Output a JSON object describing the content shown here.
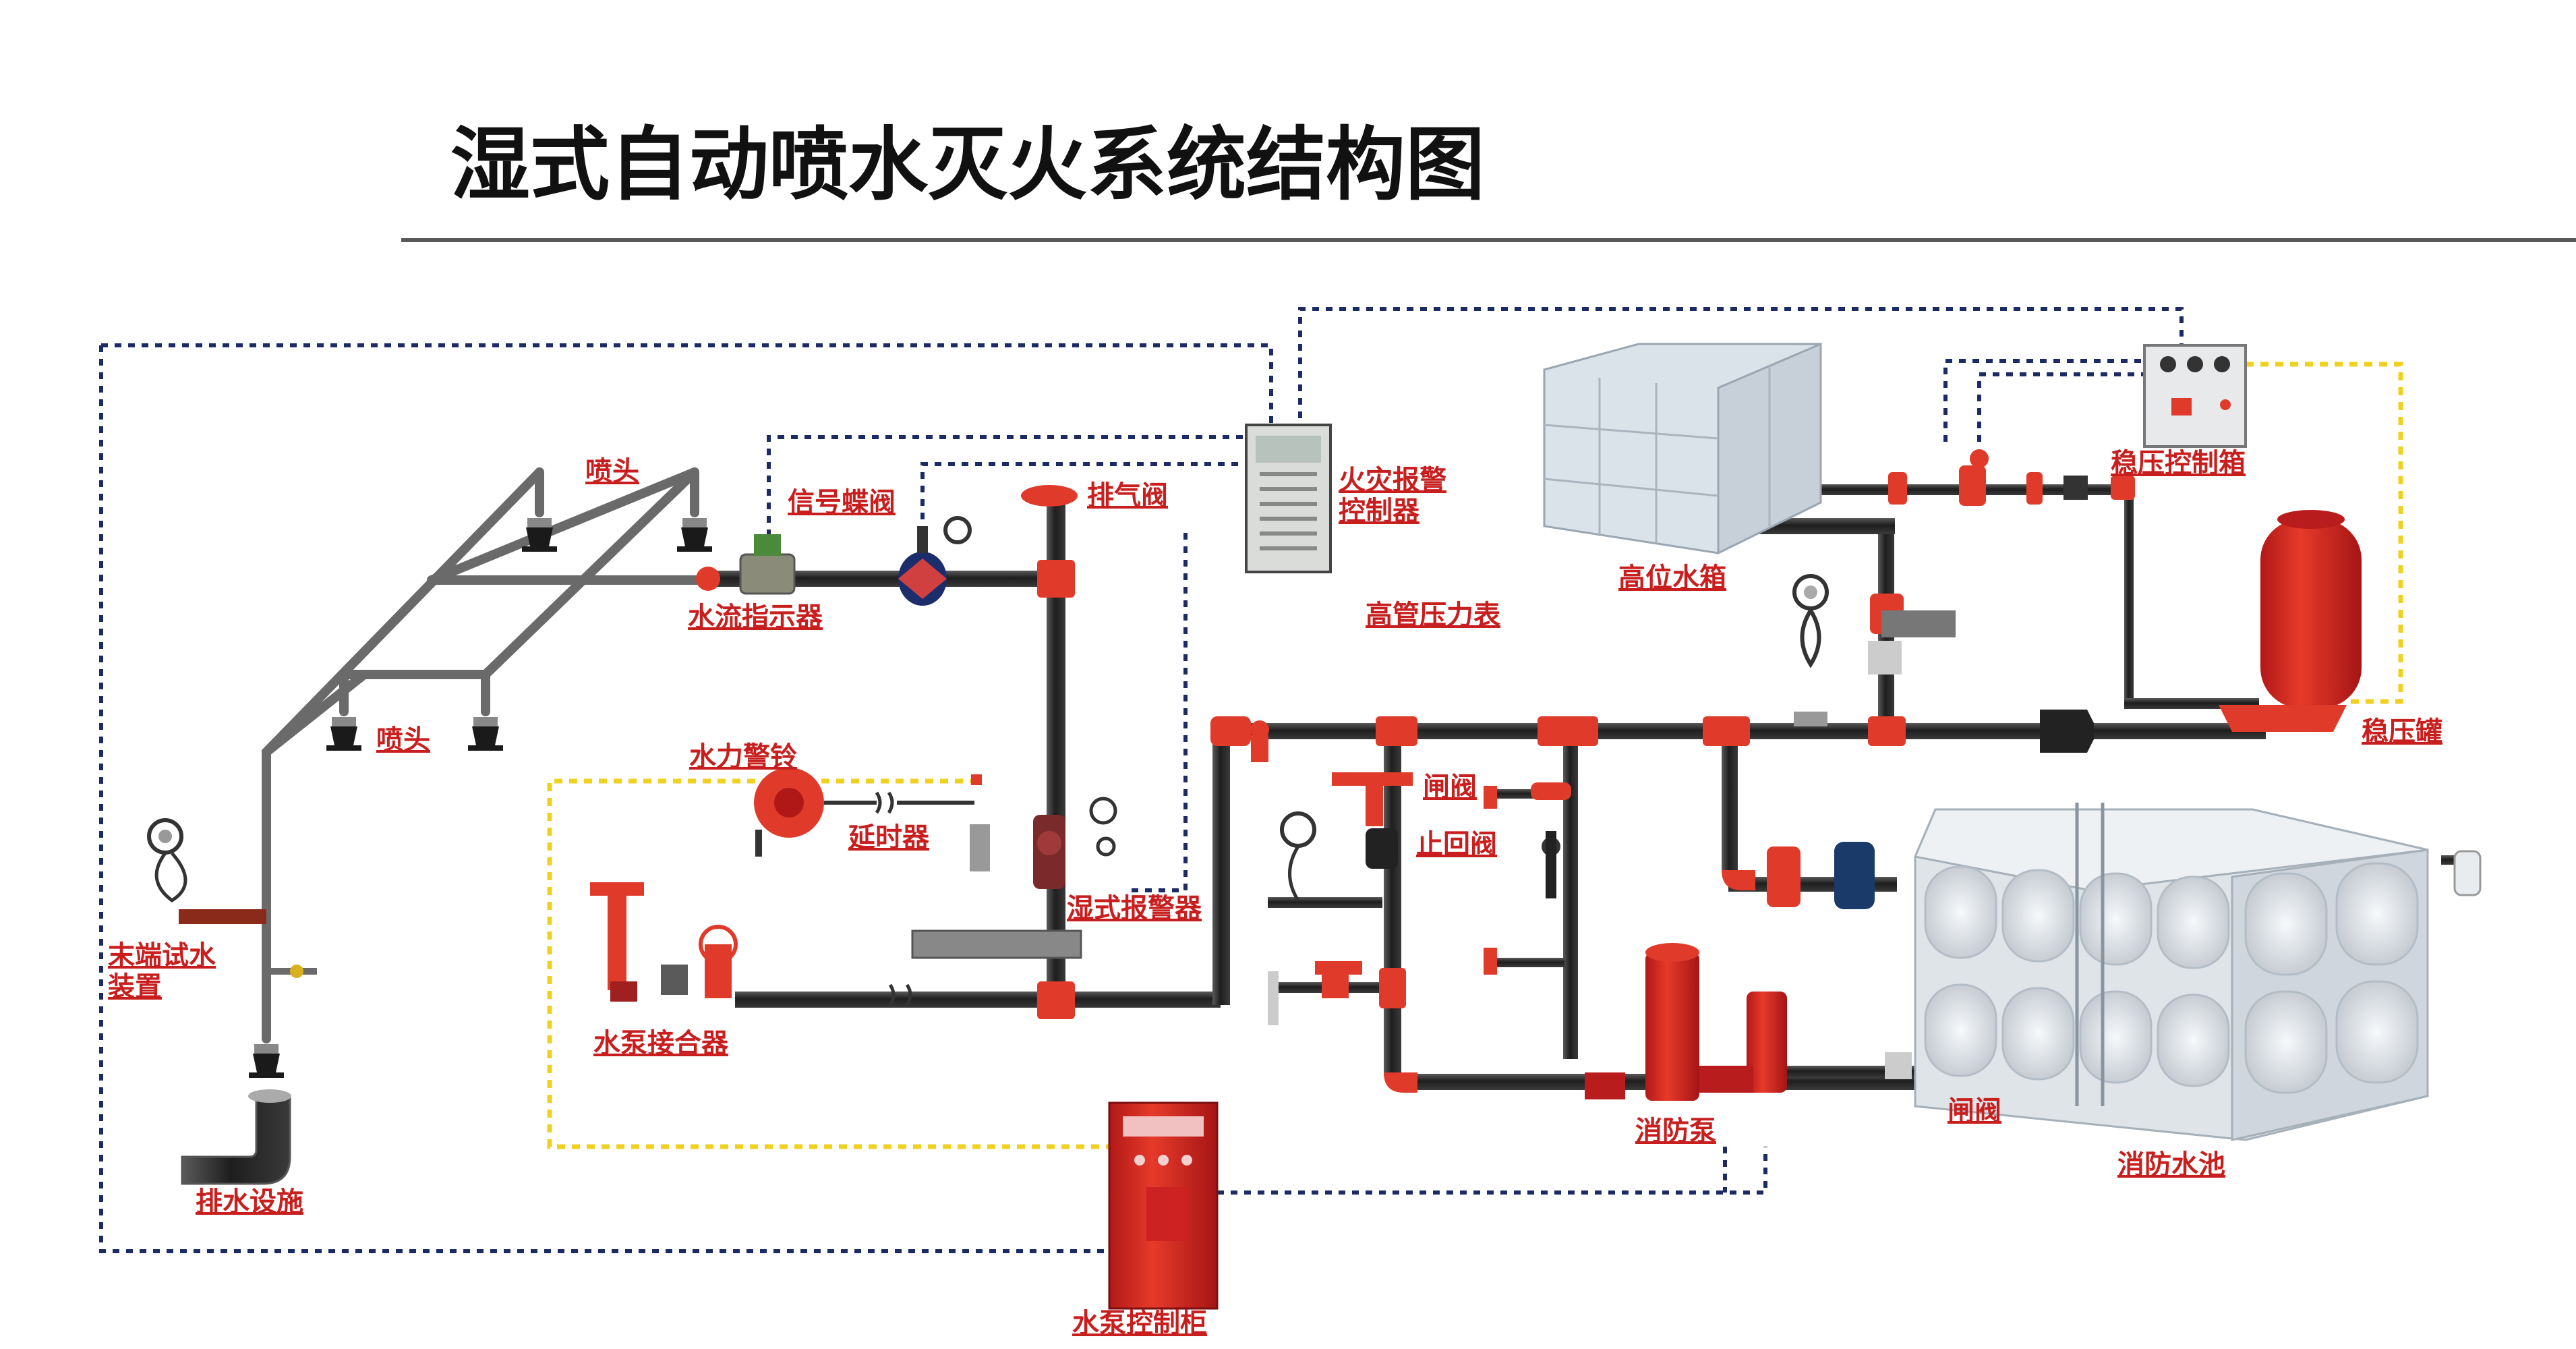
{
  "title": "湿式自动喷水灭火系统结构图",
  "colors": {
    "pipe_red": "#e03a2a",
    "pipe_dark": "#2b2b2b",
    "signal_line": "#1c2a66",
    "power_line": "#f0d020",
    "label": "#c81e1e",
    "title": "#111111"
  },
  "labels": {
    "sprinkler_top": "喷头",
    "sprinkler_bottom": "喷头",
    "signal_valve": "信号蝶阀",
    "exhaust_valve": "排气阀",
    "fire_alarm_controller": "火灾报警\n控制器",
    "high_tank": "高位水箱",
    "pressure_control_box": "稳压控制箱",
    "water_flow_indicator": "水流指示器",
    "high_pipe_gauge": "高管压力表",
    "pressure_tank": "稳压罐",
    "water_motor_gong": "水力警铃",
    "delay_device": "延时器",
    "gate_valve_top": "闸阀",
    "check_valve": "止回阀",
    "wet_alarm_valve": "湿式报警器",
    "end_test": "末端试水\n装置",
    "pump_adapter": "水泵接合器",
    "fire_pump": "消防泵",
    "gate_valve_bottom": "闸阀",
    "fire_pool": "消防水池",
    "drainage": "排水设施",
    "pump_control_cabinet": "水泵控制柜"
  }
}
